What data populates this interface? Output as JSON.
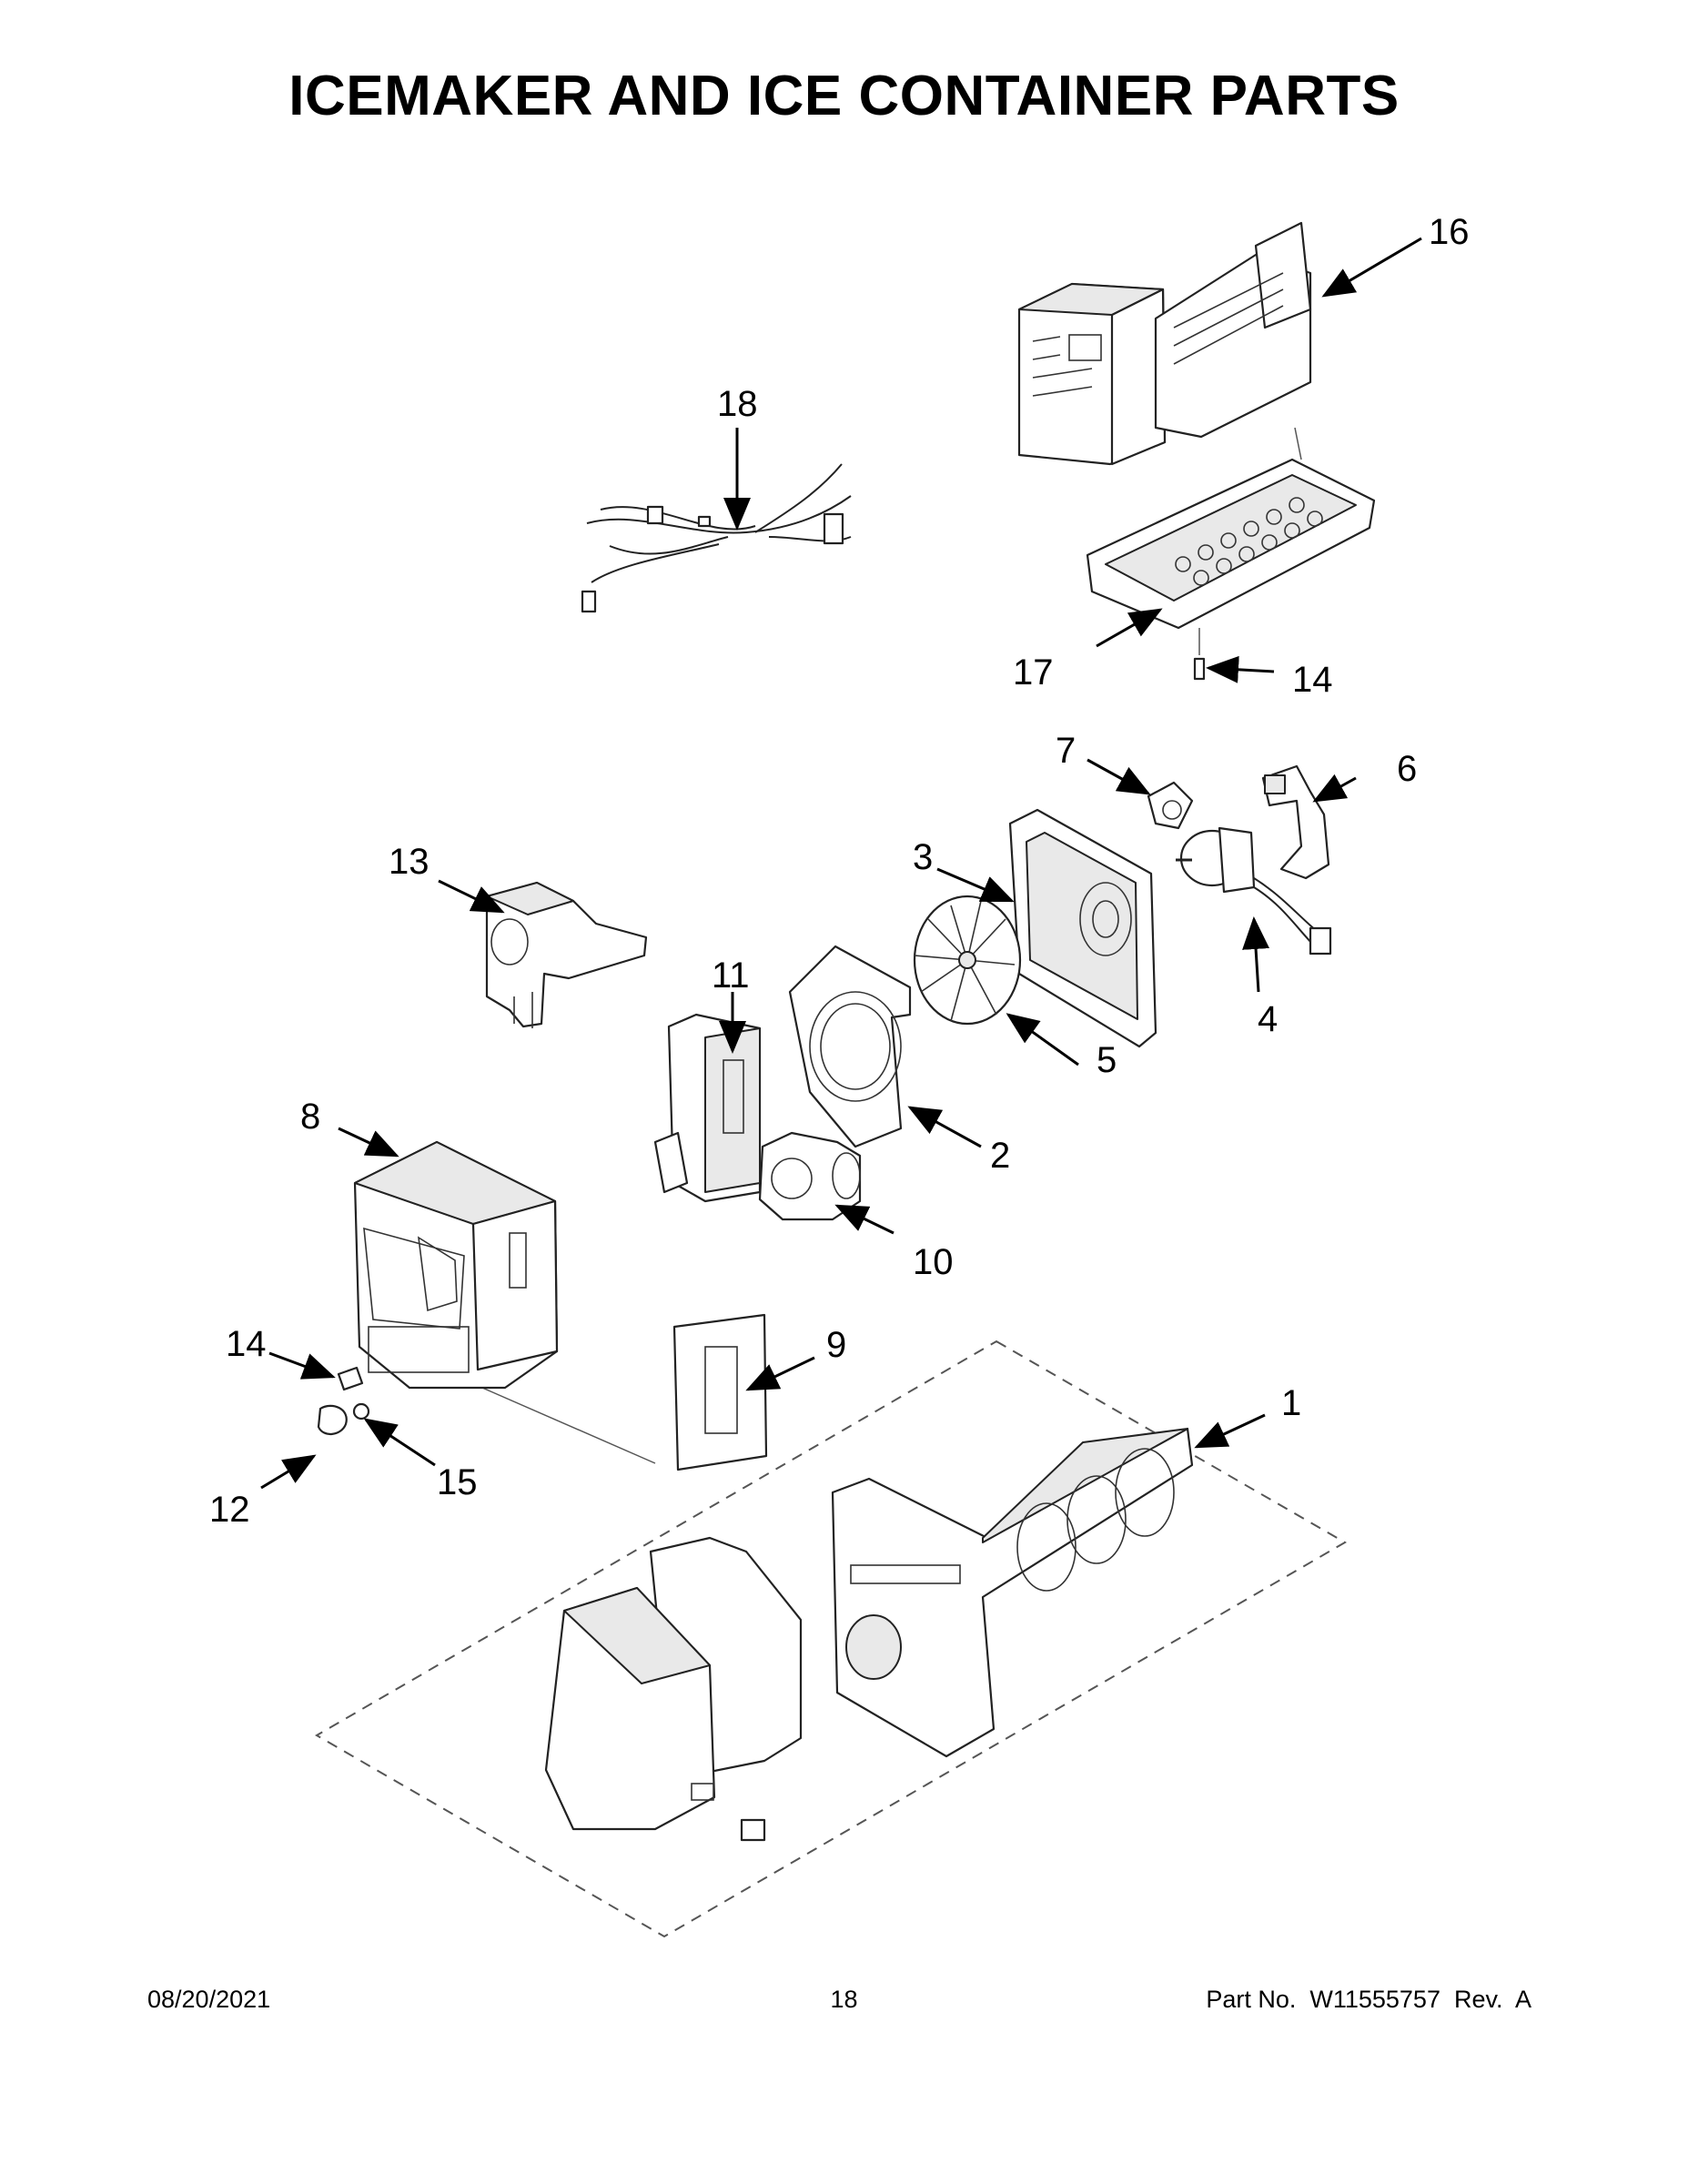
{
  "title": "ICEMAKER AND ICE CONTAINER PARTS",
  "footer": {
    "date": "08/20/2021",
    "page": "18",
    "part_number": "Part No.  W11555757  Rev.  A"
  },
  "callouts": [
    "1",
    "2",
    "3",
    "4",
    "5",
    "6",
    "7",
    "8",
    "9",
    "10",
    "11",
    "12",
    "13",
    "14",
    "15",
    "16",
    "17",
    "18"
  ],
  "callout_14_second": "14"
}
